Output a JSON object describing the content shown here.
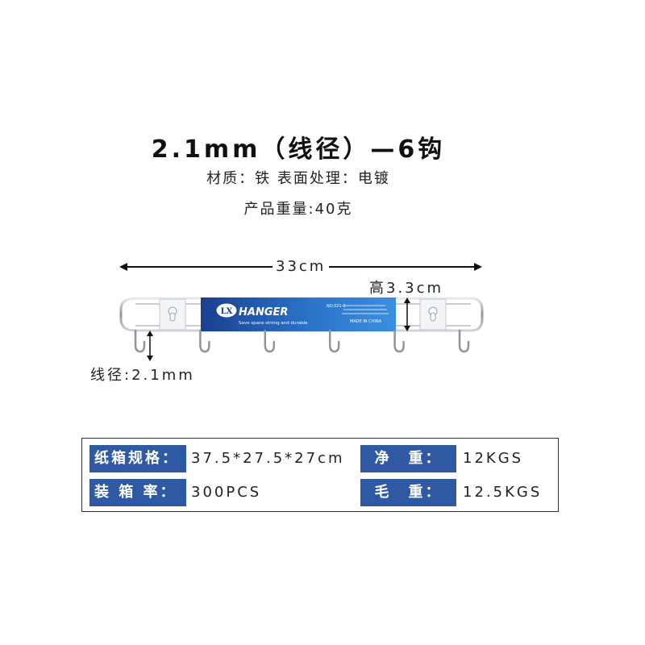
{
  "header": {
    "title": "2.1mm（线径）—6钩",
    "material_line": "材质：铁 表面处理：电镀",
    "weight_line": "产品重量:40克"
  },
  "dimensions": {
    "width": "33cm",
    "height": "高3.3cm",
    "wire": "线径:2.1mm"
  },
  "product_label": {
    "brand": "LX",
    "name": "HANGER",
    "tagline": "Save space strong and durable",
    "model": "NO.021-6",
    "origin": "MADE IN CHINA",
    "hook_count": 6
  },
  "specs": {
    "carton_size_label": "纸箱规格：",
    "carton_size_value": "37.5*27.5*27cm",
    "net_weight_label": "净　重：",
    "net_weight_value": "12KGS",
    "packing_label": "装 箱 率：",
    "packing_value": "300PCS",
    "gross_weight_label": "毛　重：",
    "gross_weight_value": "12.5KGS"
  },
  "colors": {
    "table_header_blue": "#2f5aa3",
    "label_blue": "#2a73c8",
    "label_navy": "#1b3f8f",
    "chrome": "#9aa0a8"
  }
}
